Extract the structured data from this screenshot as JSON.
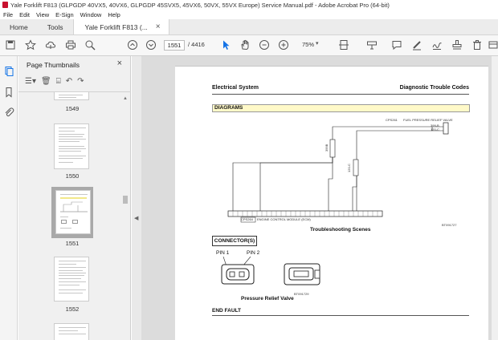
{
  "window": {
    "title": "Yale Forklift F813 (GLPGDP 40VX5, 40VX6, GLPGDP 45SVX5, 45VX6, 50VX, 55VX Europe) Service Manual.pdf - Adobe Acrobat Pro (64-bit)"
  },
  "menu": [
    "File",
    "Edit",
    "View",
    "E-Sign",
    "Window",
    "Help"
  ],
  "tabs": {
    "home": "Home",
    "tools": "Tools",
    "doc": "Yale Forklift F813 (...",
    "close": "×"
  },
  "toolbar": {
    "page_current": "1551",
    "page_total": "/ 4416",
    "zoom": "75%"
  },
  "thumbnails": {
    "heading": "Page Thumbnails",
    "close": "×",
    "pages": [
      {
        "label": "1549"
      },
      {
        "label": "1550"
      },
      {
        "label": "1551",
        "selected": true
      },
      {
        "label": "1552"
      }
    ]
  },
  "document": {
    "header_left": "Electrical System",
    "header_right": "Diagnostic Trouble Codes",
    "diagrams_band": "DIAGRAMS",
    "component_code": "CPS261",
    "component_label": "FUEL PRESSURE RELIEF VALVE",
    "wire_399": "399-B",
    "wire_120": "120-C",
    "wire_399_vert": "399B",
    "wire_120_vert": "120-C",
    "ecm_code": "CPS264",
    "ecm_label": "ENGINE CONTROL MODULE (ECM)",
    "drawing_code_1": "BT091727",
    "troubleshooting": "Troubleshooting Scenes",
    "connectors_box": "CONNECTOR(S)",
    "pin1": "PIN 1",
    "pin2": "PIN 2",
    "drawing_code_2": "BT091729",
    "caption": "Pressure Relief Valve",
    "end_fault": "END FAULT"
  }
}
